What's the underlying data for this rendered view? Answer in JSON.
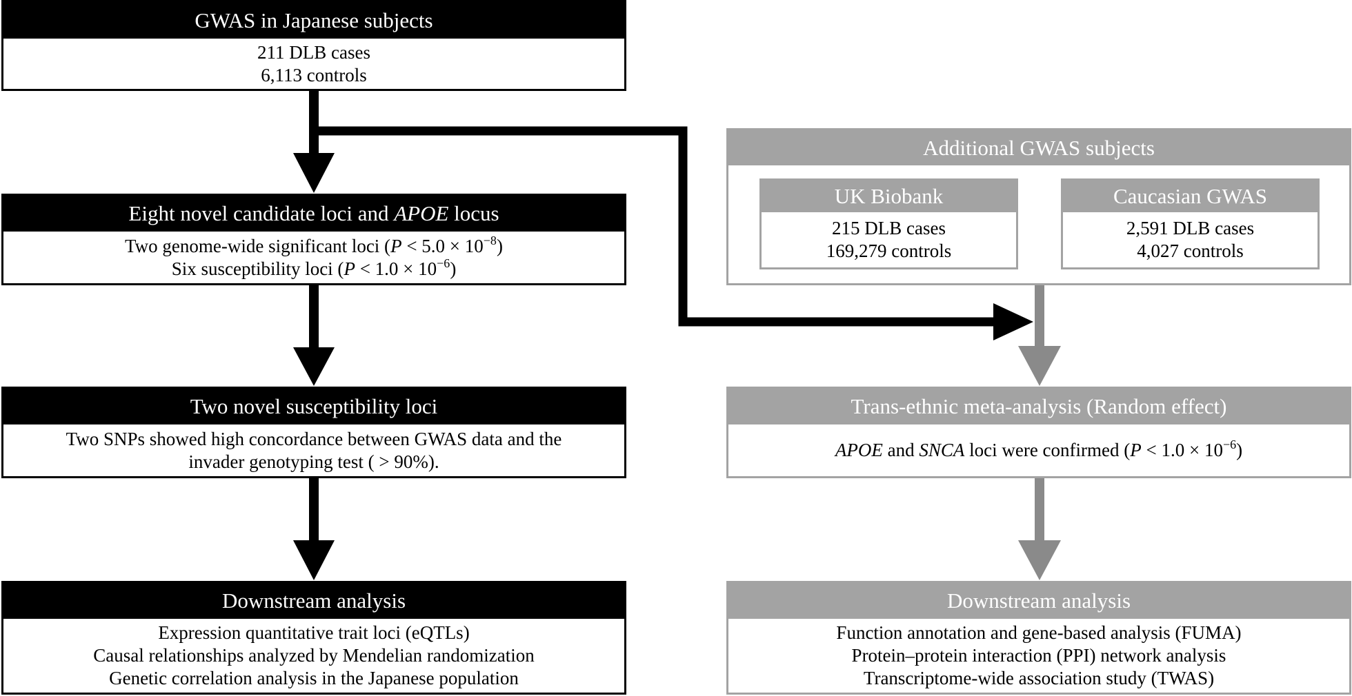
{
  "left": {
    "gwas_japanese": {
      "title": "GWAS in Japanese subjects",
      "lines": [
        "211 DLB cases",
        "6,113 controls"
      ]
    },
    "candidate_loci": {
      "title_pre": "Eight novel candidate loci and ",
      "title_gene": "APOE",
      "title_post": " locus",
      "line1": {
        "pre": "Two genome-wide significant loci (",
        "p": "P",
        "mid": " < 5.0 × 10",
        "exp": "−8",
        "post": ")"
      },
      "line2": {
        "pre": "Six susceptibility loci (",
        "p": "P",
        "mid": " < 1.0 × 10",
        "exp": "−6",
        "post": ")"
      }
    },
    "susceptibility_loci": {
      "title": "Two novel susceptibility loci",
      "lines": [
        "Two SNPs showed high concordance between GWAS data and the",
        "invader genotyping test ( > 90%)."
      ]
    },
    "downstream": {
      "title": "Downstream analysis",
      "lines": [
        "Expression quantitative trait loci (eQTLs)",
        "Causal relationships analyzed by Mendelian randomization",
        "Genetic correlation analysis in the Japanese population"
      ]
    }
  },
  "right": {
    "additional": {
      "title": "Additional GWAS subjects",
      "uk_biobank": {
        "title": "UK Biobank",
        "lines": [
          "215 DLB cases",
          "169,279 controls"
        ]
      },
      "caucasian": {
        "title": "Caucasian GWAS",
        "lines": [
          "2,591 DLB cases",
          "4,027 controls"
        ]
      }
    },
    "meta": {
      "title": "Trans-ethnic meta-analysis (Random effect)",
      "line": {
        "gene1": "APOE",
        "and": " and ",
        "gene2": "SNCA",
        "pre": " loci were confirmed (",
        "p": "P",
        "mid": " < 1.0 × 10",
        "exp": "−6",
        "post": ")"
      }
    },
    "downstream": {
      "title": "Downstream analysis",
      "lines": [
        "Function annotation and gene-based analysis (FUMA)",
        "Protein–protein interaction (PPI) network analysis",
        "Transcriptome-wide association study (TWAS)"
      ]
    }
  },
  "colors": {
    "black_track": "#000000",
    "grey_track": "#a3a3a3",
    "grey_arrow": "#8a8a8a"
  }
}
